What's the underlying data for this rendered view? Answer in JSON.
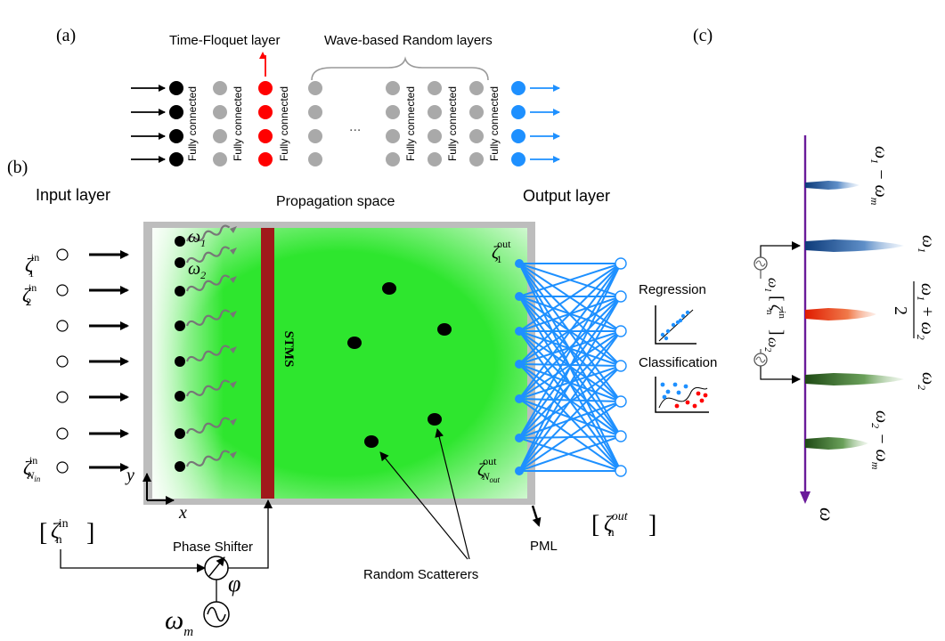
{
  "panel_a": {
    "label": "(a)",
    "tf_title": "Time-Floquet  layer",
    "random_title": "Wave-based Random layers",
    "fc_label": "Fully connected",
    "ellipsis": "..."
  },
  "panel_b": {
    "label": "(b)",
    "input_title": "Input layer",
    "prop_title": "Propagation space",
    "output_title": "Output layer",
    "stms_label": "STMS",
    "x_axis": "x",
    "y_axis": "y",
    "omega1": "ω",
    "omega1_sub": "1",
    "omega2": "ω",
    "omega2_sub": "2",
    "zeta": "ζ",
    "sup_in": "in",
    "sup_out": "out",
    "sub_1": "1",
    "sub_2": "2",
    "sub_nin": "N",
    "sub_nin_small": "in",
    "sub_nout": "N",
    "sub_nout_small": "out",
    "bracket_in_n": "n",
    "bracket_out_n": "n",
    "phase_shifter": "Phase Shifter",
    "phi": "φ",
    "omega_m": "ω",
    "omega_m_sub": "m",
    "pml": "PML",
    "random_scatterers": "Random Scatterers",
    "regression": "Regression",
    "classification": "Classification"
  },
  "panel_c": {
    "label": "(c)",
    "axis_omega": "ω",
    "peak1": "ω₁ − ω_m",
    "peak2": "ω₁",
    "peak3": "(ω₁ + ω₂)/2",
    "peak4": "ω₂",
    "peak5": "ω₂ − ω_m"
  },
  "colors": {
    "tf_red": "#ff0000",
    "blue_node": "#1e90ff",
    "grey_node": "#a9a9a9",
    "green_bg": "#2ee62e",
    "stms": "#a0191b",
    "axis_purple": "#6a1b9a"
  }
}
